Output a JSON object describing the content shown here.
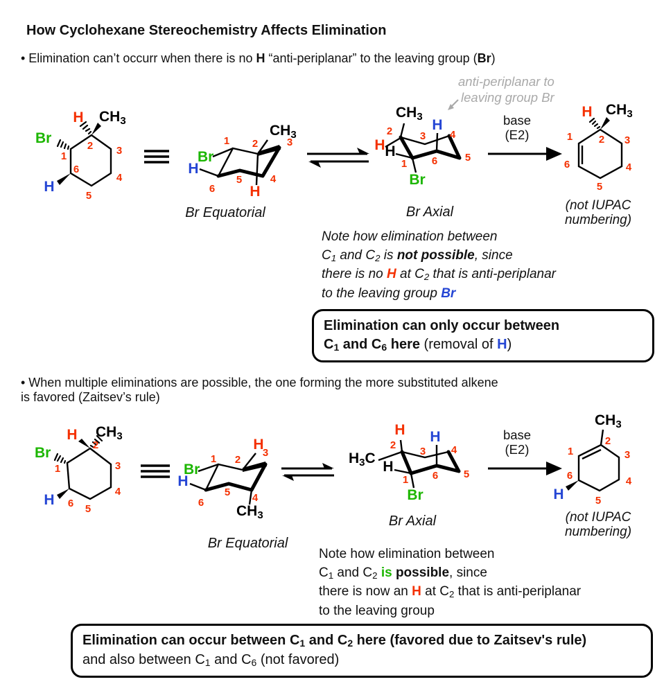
{
  "title": "How Cyclohexane Stereochemistry Affects Elimination",
  "bullets": {
    "b1_pre": "• Elimination can’t occurr when there is no ",
    "b1_h": "H",
    "b1_mid": " “anti-periplanar” to the leaving group (",
    "b1_br": "Br",
    "b1_post": ")",
    "b2_l1": "• When multiple eliminations are possible, the one forming the more substituted alkene",
    "b2_l2": "is favored (Zaitsev’s rule)"
  },
  "atoms": {
    "h": "H",
    "br": "Br",
    "ch": "CH",
    "c": "C",
    "three": "3"
  },
  "nums": {
    "n1": "1",
    "n2": "2",
    "n3": "3",
    "n4": "4",
    "n5": "5",
    "n6": "6"
  },
  "labels": {
    "br_equatorial": "Br Equatorial",
    "br_axial": "Br Axial",
    "base": "base",
    "e2": "(E2)",
    "not_iupac_1": "(not IUPAC",
    "not_iupac_2": "numbering)",
    "anti_1": "anti-periplanar to",
    "anti_2": "leaving group Br"
  },
  "note1": {
    "l1": "Note how elimination between",
    "l2_c1": "C",
    "l2_s1": "1",
    "l2_and": " and C",
    "l2_s2": "2",
    "l2_is": " is ",
    "l2_b": "not possible",
    "l2_end": ", since",
    "l3_a": "there is no ",
    "l3_h": "H",
    "l3_b": " at C",
    "l3_s": "2",
    "l3_c": " that is anti-periplanar",
    "l4_a": "to the leaving group ",
    "l4_br": "Br"
  },
  "box1": {
    "l1": "Elimination can only occur between",
    "l2_b1": "C",
    "l2_s1": "1",
    "l2_b2": " and C",
    "l2_s2": "6",
    "l2_b3": " here",
    "l2_r1": " (removal of ",
    "l2_h": "H",
    "l2_r2": ")"
  },
  "note2": {
    "l1": "Note how elimination between",
    "l2_c1": "C",
    "l2_s1": "1",
    "l2_and": " and C",
    "l2_s2": "2",
    "l2_sp": " ",
    "l2_is": "is",
    "l2_sp2": " ",
    "l2_poss": "possible",
    "l2_end": ", since",
    "l3_a": "there is now an ",
    "l3_h": "H",
    "l3_b": " at C",
    "l3_s": "2",
    "l3_c": " that is anti-periplanar",
    "l4": "to the leaving group"
  },
  "box2": {
    "l1_a": "Elimination can occur between C",
    "l1_s1": "1",
    "l1_b": " and C",
    "l1_s2": "2",
    "l1_c": " here (favored due to Zaitsev's rule)",
    "l2_a": "and also between C",
    "l2_s1": "1",
    "l2_b": " and C",
    "l2_s2": "6",
    "l2_c": " (not favored)"
  },
  "colors": {
    "red": "#f43000",
    "green": "#1cb600",
    "blue": "#2546d4",
    "gray": "#a9a9a9"
  }
}
